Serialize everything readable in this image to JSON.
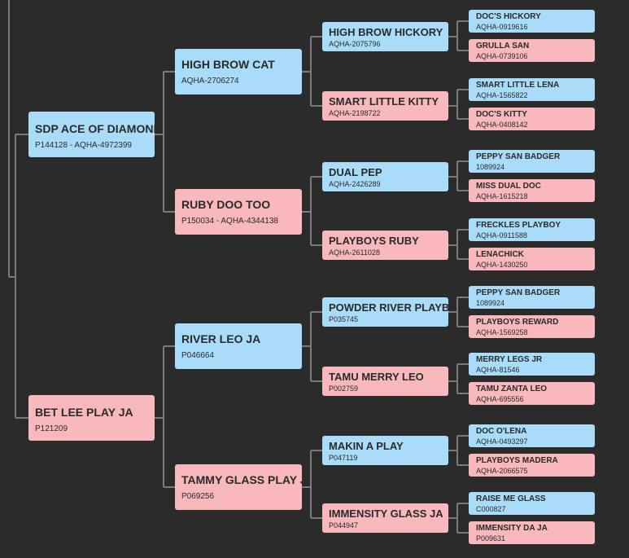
{
  "pedigree": {
    "sire": {
      "name": "SDP ACE OF DIAMONDS",
      "reg": "P144128 - AQHA-4972399",
      "sire": {
        "name": "HIGH BROW CAT",
        "reg": "AQHA-2706274",
        "sire": {
          "name": "HIGH BROW HICKORY",
          "reg": "AQHA-2075796",
          "sire": {
            "name": "DOC'S HICKORY",
            "reg": "AQHA-0919616"
          },
          "dam": {
            "name": "GRULLA SAN",
            "reg": "AQHA-0739106"
          }
        },
        "dam": {
          "name": "SMART LITTLE KITTY",
          "reg": "AQHA-2198722",
          "sire": {
            "name": "SMART LITTLE LENA",
            "reg": "AQHA-1565822"
          },
          "dam": {
            "name": "DOC'S KITTY",
            "reg": "AQHA-0408142"
          }
        }
      },
      "dam": {
        "name": "RUBY DOO TOO",
        "reg": "P150034 - AQHA-4344138",
        "sire": {
          "name": "DUAL PEP",
          "reg": "AQHA-2426289",
          "sire": {
            "name": "PEPPY SAN BADGER",
            "reg": "1089924"
          },
          "dam": {
            "name": "MISS DUAL DOC",
            "reg": "AQHA-1615218"
          }
        },
        "dam": {
          "name": "PLAYBOYS RUBY",
          "reg": "AQHA-2611028",
          "sire": {
            "name": "FRECKLES PLAYBOY",
            "reg": "AQHA-0911588"
          },
          "dam": {
            "name": "LENACHICK",
            "reg": "AQHA-1430250"
          }
        }
      }
    },
    "dam": {
      "name": "BET LEE PLAY JA",
      "reg": "P121209",
      "sire": {
        "name": "RIVER LEO JA",
        "reg": "P046664",
        "sire": {
          "name": "POWDER RIVER PLAYBOY",
          "reg": "P035745",
          "sire": {
            "name": "PEPPY SAN BADGER",
            "reg": "1089924"
          },
          "dam": {
            "name": "PLAYBOYS REWARD",
            "reg": "AQHA-1569258"
          }
        },
        "dam": {
          "name": "TAMU MERRY LEO",
          "reg": "P002759",
          "sire": {
            "name": "MERRY LEGS JR",
            "reg": "AQHA-81546"
          },
          "dam": {
            "name": "TAMU ZANTA LEO",
            "reg": "AQHA-695556"
          }
        }
      },
      "dam": {
        "name": "TAMMY GLASS PLAY JA",
        "reg": "P069256",
        "sire": {
          "name": "MAKIN A PLAY",
          "reg": "P047119",
          "sire": {
            "name": "DOC O'LENA",
            "reg": "AQHA-0493297"
          },
          "dam": {
            "name": "PLAYBOYS MADERA",
            "reg": "AQHA-2066575"
          }
        },
        "dam": {
          "name": "IMMENSITY GLASS JA",
          "reg": "P044947",
          "sire": {
            "name": "RAISE ME GLASS",
            "reg": "C000827"
          },
          "dam": {
            "name": "IMMENSITY DA JA",
            "reg": "P009631"
          }
        }
      }
    }
  },
  "colors": {
    "background": "#2b2b2b",
    "sire_box": "#a9dcf8",
    "dam_box": "#f8b8bc",
    "connector": "#7a7a7a"
  }
}
